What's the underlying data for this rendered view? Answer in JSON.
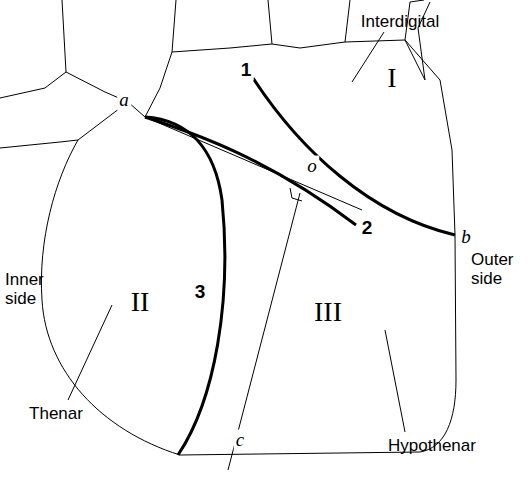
{
  "diagram": {
    "labels": [
      "Interdigital",
      "1",
      "I",
      "a",
      "o",
      "b",
      "2",
      "3",
      "II",
      "Inner side",
      "III",
      "Outer side",
      "Thenar",
      "c",
      "Hypothenar"
    ]
  }
}
